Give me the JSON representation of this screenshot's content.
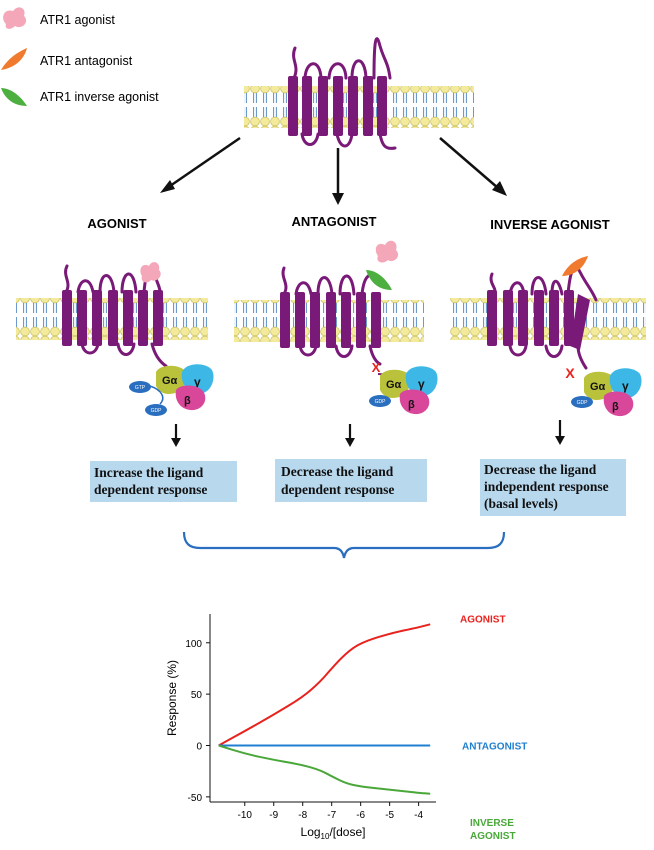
{
  "legend": {
    "agonist": "ATR1 agonist",
    "antagonist": "ATR1 antagonist",
    "inverse_agonist": "ATR1 inverse agonist"
  },
  "colors": {
    "agonist_ligand": "#f4a7b9",
    "antagonist_ligand": "#f07a2e",
    "inverse_ligand": "#4caf3f",
    "receptor": "#7a1a78",
    "lipid_head": "#f3eb9b",
    "lipid_tail": "#5c8fc4",
    "g_alpha": "#b9c23a",
    "g_gamma": "#3db8e6",
    "g_beta": "#d8479a",
    "gdp": "#2a6fbf",
    "response_box": "#b8d8ee",
    "bracket": "#2a6fbf",
    "curve_agonist": "#e8231e",
    "curve_antagonist": "#1f7fd0",
    "curve_inverse": "#4aa83a"
  },
  "columns": {
    "agonist": "AGONIST",
    "antagonist": "ANTAGONIST",
    "inverse_agonist": "INVERSE AGONIST"
  },
  "protein_labels": {
    "g_alpha": "Gα",
    "g_gamma": "γ",
    "g_beta": "β",
    "gtp": "GTP",
    "gdp": "GDP",
    "block": "X"
  },
  "responses": {
    "agonist": [
      "Increase the ligand",
      "dependent response"
    ],
    "antagonist": [
      "Decrease  the ligand",
      "dependent response"
    ],
    "inverse_agonist": [
      "Decrease the ligand",
      "independent response",
      "(basal levels)"
    ]
  },
  "chart_data": {
    "type": "line",
    "xlabel": "Log",
    "xlabel_sub": "10",
    "xlabel_suffix": "/[dose]",
    "ylabel": "Response (%)",
    "xlim": [
      -11.2,
      -3.4
    ],
    "ylim": [
      -55,
      128
    ],
    "x_ticks": [
      -10,
      -9,
      -8,
      -7,
      -6,
      -5,
      -4
    ],
    "y_ticks": [
      100,
      50,
      0,
      -50
    ],
    "series": [
      {
        "name": "AGONIST",
        "x": [
          -10.9,
          -10,
          -9,
          -8,
          -7.4,
          -7,
          -6.5,
          -6,
          -5,
          -4,
          -3.6
        ],
        "y": [
          0,
          14,
          30,
          47,
          62,
          75,
          90,
          100,
          109,
          115,
          118
        ]
      },
      {
        "name": "ANTAGONIST",
        "x": [
          -10.9,
          -10,
          -9,
          -8,
          -7,
          -6,
          -5,
          -4,
          -3.6
        ],
        "y": [
          0,
          0,
          0,
          0,
          0,
          0,
          0,
          0,
          0
        ]
      },
      {
        "name": "INVERSE AGONIST",
        "x": [
          -10.9,
          -10,
          -9,
          -8,
          -7.4,
          -7,
          -6.5,
          -6,
          -5,
          -4,
          -3.6
        ],
        "y": [
          0,
          -8,
          -14,
          -19,
          -24,
          -30,
          -37,
          -40,
          -43,
          -46,
          -47
        ]
      }
    ],
    "series_labels": [
      "AGONIST",
      "ANTAGONIST",
      [
        "INVERSE",
        "AGONIST"
      ]
    ]
  }
}
